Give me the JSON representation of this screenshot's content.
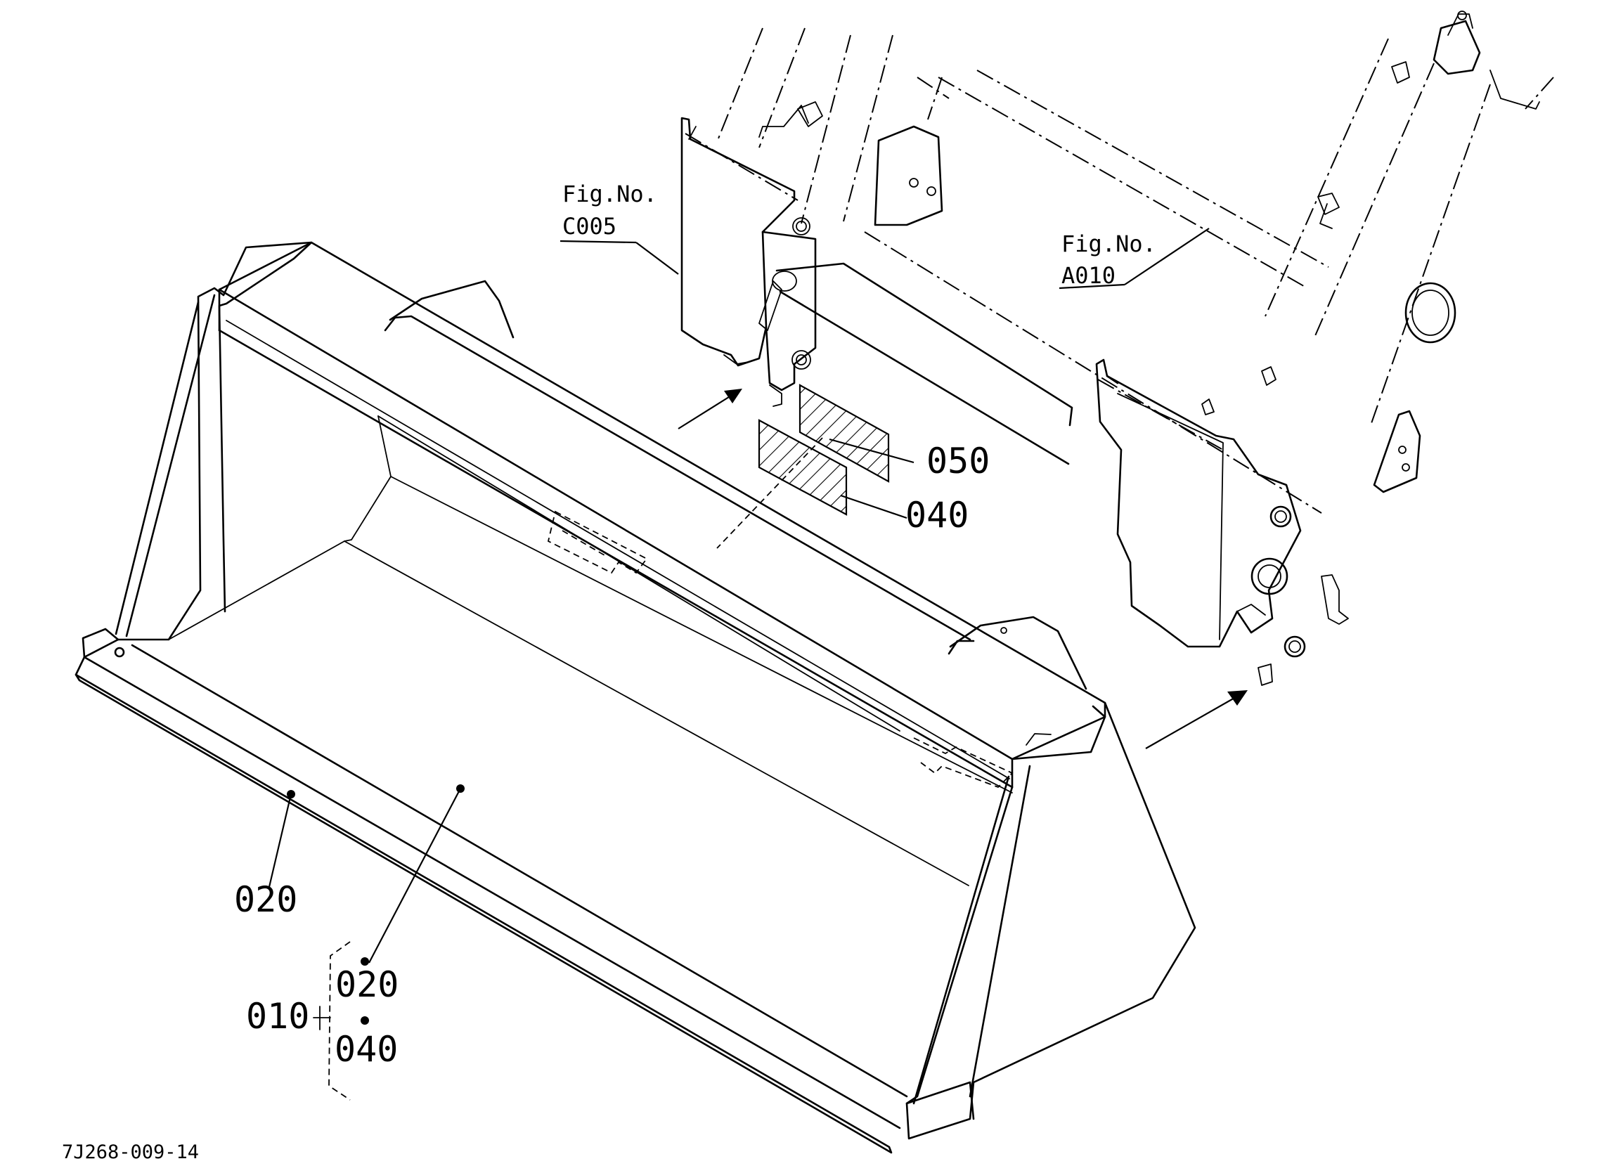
{
  "callouts": {
    "c020_edge": "020",
    "c010": "010",
    "c020_kit": "020",
    "c040_kit": "040",
    "c050": "050",
    "c040": "040"
  },
  "figure_refs": {
    "c005": {
      "line1": "Fig.No.",
      "line2": "C005"
    },
    "a010": {
      "line1": "Fig.No.",
      "line2": "A010"
    }
  },
  "drawing_code": "7J268-009-14"
}
